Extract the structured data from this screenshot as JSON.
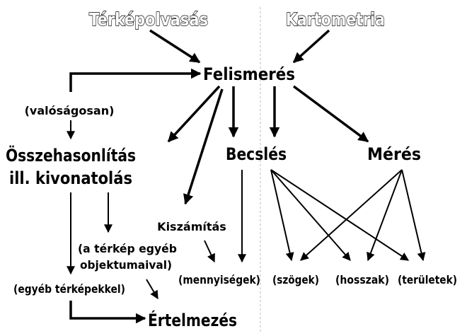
{
  "nodes": {
    "terkepolvasas": "Térképolvasás",
    "kartometria": "Kartometria",
    "felismeres": "Felismerés",
    "valosagosan": "(valóságosan)",
    "osszehasonlitas_1": "Összehasonlítás",
    "osszehasonlitas_2": "ill. kivonatolás",
    "becsles": "Becslés",
    "meres": "Mérés",
    "kiszamitas": "Kiszámítás",
    "terkep_egyeb_1": "(a térkép egyéb",
    "terkep_egyeb_2": "objektumaival)",
    "egyeb_terkepekkel": "(egyéb térképekkel)",
    "mennyisegek": "(mennyiségek)",
    "szogek": "(szögek)",
    "hosszak": "(hosszak)",
    "teruletek": "(területek)",
    "ertelmezes": "Értelmezés"
  },
  "colors": {
    "ink": "#000000",
    "background": "#ffffff",
    "divider": "#bbbbbb"
  }
}
